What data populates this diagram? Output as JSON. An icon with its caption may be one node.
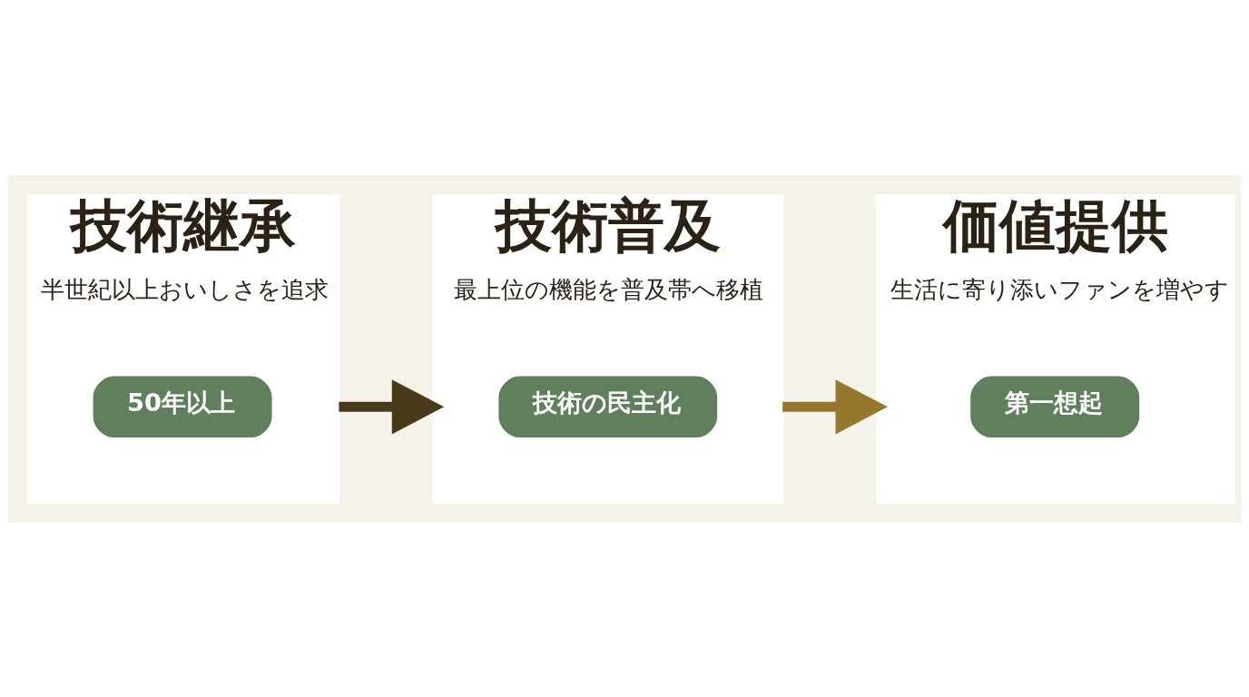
{
  "diagram": {
    "nodes": [
      {
        "text": [
          "技術継承",
          "半世紀以上おいしさを追求"
        ]
      },
      {
        "text": [
          "50年以上"
        ],
        "in": 0
      },
      {
        "text": [
          "技術普及",
          "最上位の機能を普及帯へ移植"
        ]
      },
      {
        "text": [
          "技術の民主化"
        ],
        "in": 2
      },
      {
        "text": [
          "価値提供",
          "生活に寄り添いファンを増やす"
        ]
      },
      {
        "text": [
          "第一想起"
        ],
        "in": 4
      }
    ],
    "edges": [
      {
        "from": 0,
        "to": 2,
        "arrow": "to",
        "color": "#4a3a1c"
      },
      {
        "from": 2,
        "to": 4,
        "arrow": "to",
        "color": "#94772a"
      }
    ]
  }
}
